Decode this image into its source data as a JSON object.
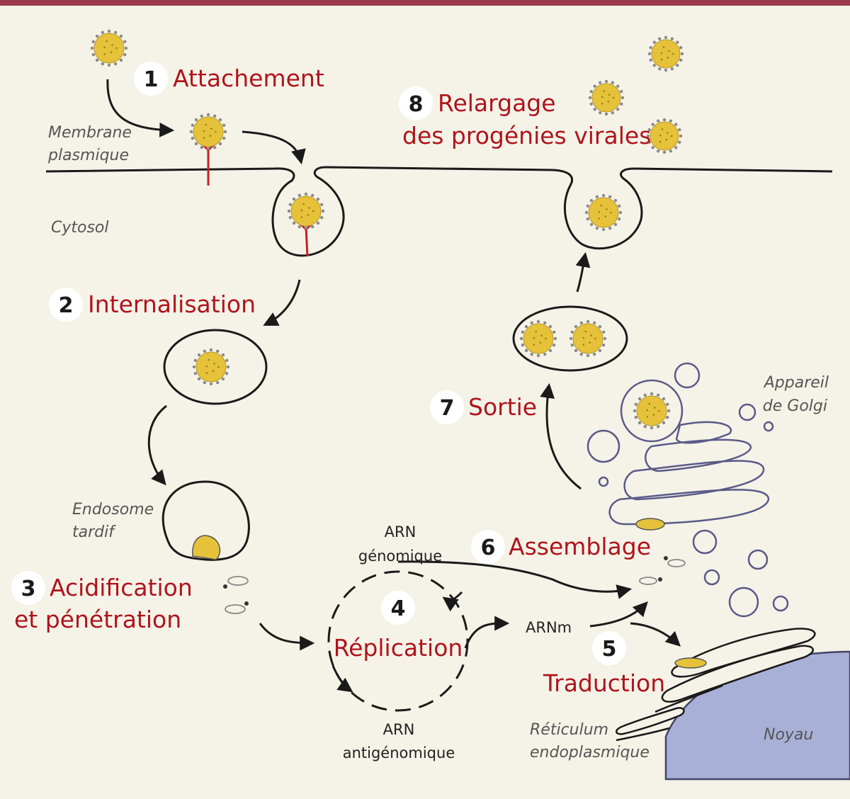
{
  "colors": {
    "background": "#f5f3e8",
    "top_bar": "#9a3a4a",
    "step_title": "#b0141c",
    "virus_fill": "#e6c23a",
    "virus_spike": "#8a8a8a",
    "receptor": "#cc1f1f",
    "nucleus": "#a9b0d8",
    "organelle_stroke": "#5a5a88"
  },
  "steps": [
    {
      "number": "1",
      "title": "Attachement"
    },
    {
      "number": "2",
      "title": "Internalisation"
    },
    {
      "number": "3",
      "title_line1": "Acidification",
      "title_line2": "et pénétration"
    },
    {
      "number": "4",
      "title": "Réplication"
    },
    {
      "number": "5",
      "title": "Traduction"
    },
    {
      "number": "6",
      "title": "Assemblage"
    },
    {
      "number": "7",
      "title": "Sortie"
    },
    {
      "number": "8",
      "title_line1": "Relargage",
      "title_line2": "des progénies virales"
    }
  ],
  "labels": {
    "membrane_line1": "Membrane",
    "membrane_line2": "plasmique",
    "cytosol": "Cytosol",
    "endosome_line1": "Endosome",
    "endosome_line2": "tardif",
    "golgi_line1": "Appareil",
    "golgi_line2": "de Golgi",
    "er_line1": "Réticulum",
    "er_line2": "endoplasmique",
    "nucleus": "Noyau",
    "arn_genomic_line1": "ARN",
    "arn_genomic_line2": "génomique",
    "arn_antigenomic_line1": "ARN",
    "arn_antigenomic_line2": "antigénomique",
    "arnm": "ARNm"
  },
  "icons": [
    "virus-particle-icon",
    "receptor-icon",
    "vesicle-icon",
    "arrow-icon"
  ]
}
